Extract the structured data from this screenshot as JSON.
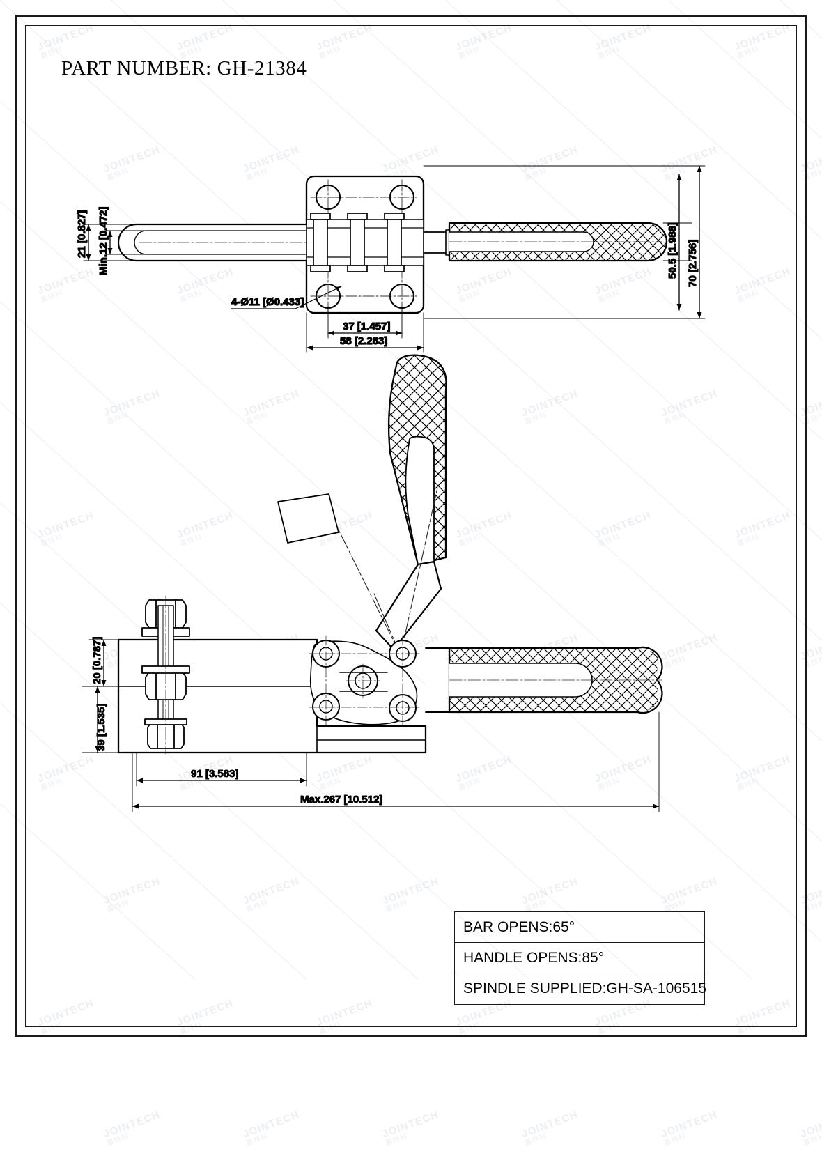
{
  "sheet": {
    "title_label": "PART NUMBER:",
    "part_number": "GH-21384",
    "title_full": "PART NUMBER:  GH-21384",
    "background_color": "#ffffff",
    "line_color": "#1a1a1a"
  },
  "drawing": {
    "type": "engineering-part-drawing",
    "subject": "horizontal handle toggle clamp",
    "views": [
      {
        "name": "top-view",
        "label": ""
      },
      {
        "name": "side-view",
        "label": ""
      }
    ]
  },
  "dimensions": {
    "top_view": [
      {
        "name": "bar-thickness",
        "value": "21 [0.827]",
        "orientation": "vertical"
      },
      {
        "name": "min-clearance",
        "value": "Min.12 [0.472]",
        "orientation": "vertical"
      },
      {
        "name": "base-inner-height",
        "value": "50.5 [1.988]",
        "orientation": "vertical"
      },
      {
        "name": "base-outer-height",
        "value": "70 [2.756]",
        "orientation": "vertical"
      },
      {
        "name": "hole-callout",
        "value": "4-Ø11 [Ø0.433]",
        "orientation": "leader"
      },
      {
        "name": "hole-spacing-inner",
        "value": "37 [1.457]",
        "orientation": "horizontal"
      },
      {
        "name": "base-width",
        "value": "58 [2.283]",
        "orientation": "horizontal"
      }
    ],
    "side_view": [
      {
        "name": "base-height",
        "value": "20 [0.787]",
        "orientation": "vertical"
      },
      {
        "name": "overall-height",
        "value": "39 [1.535]",
        "orientation": "vertical"
      },
      {
        "name": "base-length",
        "value": "91 [3.583]",
        "orientation": "horizontal"
      },
      {
        "name": "max-length",
        "value": "Max.267 [10.512]",
        "orientation": "horizontal"
      }
    ]
  },
  "info_table": {
    "rows": [
      {
        "label": "BAR OPENS:65°"
      },
      {
        "label": "HANDLE OPENS:85°"
      },
      {
        "label": "SPINDLE SUPPLIED:GH-SA-106515"
      }
    ]
  },
  "watermark": {
    "line1": "JOINTECH",
    "line2": "嘉特科",
    "color": "#6a7fa8"
  }
}
